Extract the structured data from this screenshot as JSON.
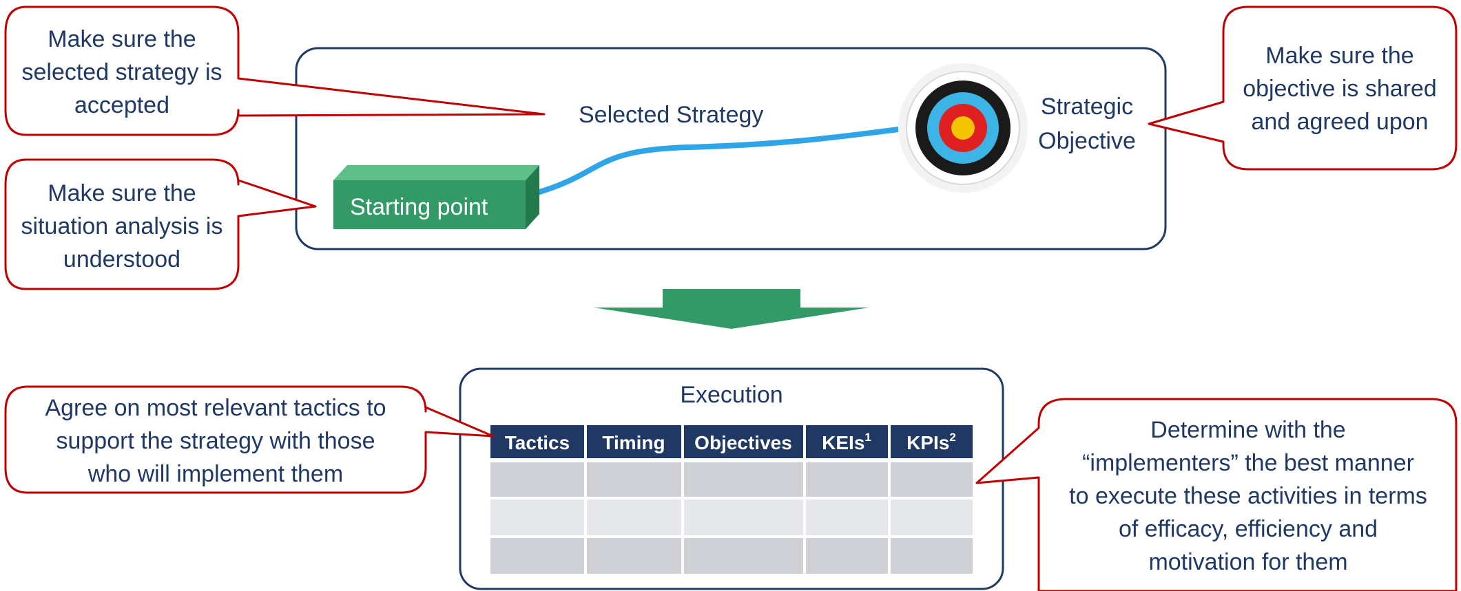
{
  "strategy_box": {
    "selected_strategy_label": "Selected Strategy",
    "objective_label_line1": "Strategic",
    "objective_label_line2": "Objective",
    "starting_point_label": "Starting point"
  },
  "callouts": {
    "strategy_accepted": [
      "Make sure the",
      "selected strategy is",
      "accepted"
    ],
    "situation_understood": [
      "Make sure the",
      "situation analysis is",
      "understood"
    ],
    "objective_shared": [
      "Make sure the",
      "objective is shared",
      "and agreed upon"
    ],
    "agree_tactics": [
      "Agree on most relevant tactics to",
      "support the strategy with those",
      "who will implement them"
    ],
    "determine_manner": [
      "Determine with the",
      "“implementers” the best manner",
      "to execute these activities in terms",
      "of efficacy, efficiency and",
      "motivation for them"
    ]
  },
  "execution": {
    "title": "Execution",
    "columns": [
      {
        "label": "Tactics",
        "sup": ""
      },
      {
        "label": "Timing",
        "sup": ""
      },
      {
        "label": "Objectives",
        "sup": ""
      },
      {
        "label": "KEIs",
        "sup": "1"
      },
      {
        "label": "KPIs",
        "sup": "2"
      }
    ],
    "rows": [
      [
        "",
        "",
        "",
        "",
        ""
      ],
      [
        "",
        "",
        "",
        "",
        ""
      ],
      [
        "",
        "",
        "",
        "",
        ""
      ]
    ]
  },
  "colors": {
    "navy": "#1f3864",
    "callout_border": "#c00000",
    "green": "#339966",
    "blue_line": "#2fa4e7",
    "table_header": "#1f3864",
    "row_dark": "#cfd1d6",
    "row_light": "#e6e7ea"
  }
}
